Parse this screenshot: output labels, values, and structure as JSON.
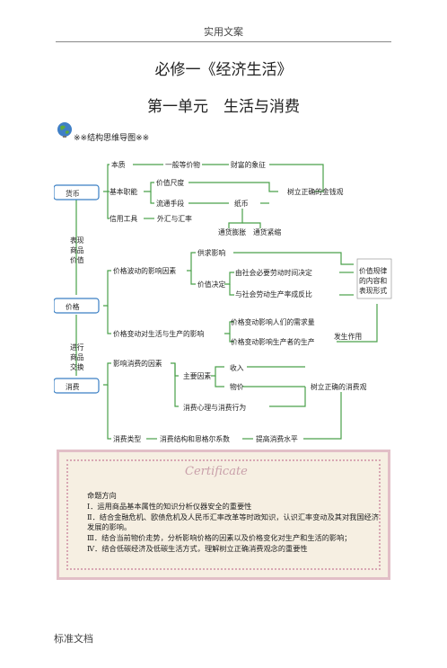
{
  "header": "实用文案",
  "title": "必修一《经济生活》",
  "unit_title": "第一单元　生活与消费",
  "mindmap_label": "※※结构思维导图※※",
  "mindmap": {
    "money": "货币",
    "price": "价格",
    "consumption": "消费",
    "express_value": [
      "表现",
      "商品",
      "价值"
    ],
    "exchange": [
      "进行",
      "商品",
      "交换"
    ],
    "essence": "本质",
    "general_equivalent": "一般等价物",
    "wealth_symbol": "财富的象征",
    "basic_functions": "基本职能",
    "value_measure": "价值尺度",
    "circulation": "流通手段",
    "paper_money": "纸币",
    "inflation": "通货膨胀",
    "deflation": "通货紧缩",
    "correct_money_view": "树立正确的金钱观",
    "credit_tools": "信用工具",
    "forex": "外汇与汇率",
    "price_factors": "价格波动的影响因素",
    "supply_demand": "供求影响",
    "value_decides": "价值决定",
    "labor_time": "由社会必要劳动时间决定",
    "inverse": "与社会劳动生产率成反比",
    "value_law": [
      "价值规律",
      "的内容和",
      "表现形式"
    ],
    "price_effects": "价格变动对生活与生产的影响",
    "effect_demand": "价格变动影响人们的需求量",
    "effect_producer": "价格变动影响生产者的生产",
    "takes_effect": "发生作用",
    "factors": "影响消费的因素",
    "main_factors": "主要因素",
    "income": "收入",
    "cost": "物价",
    "consumer_psych": "消费心理与消费行为",
    "correct_consumption": "树立正确的消费观",
    "types": "消费类型",
    "structure": "消费结构和恩格尔系数",
    "raise_level": "提高消费水平"
  },
  "certificate_script": "Certificate",
  "directions": {
    "heading": "命题方向",
    "items": [
      "Ⅰ．运用商品基本属性的知识分析仪器安全的重要性",
      "Ⅱ．结合金融危机、欧债危机及人民币汇率改革等时政知识，认识汇率变动及其对我国经济发展的影响。",
      "Ⅲ．结合当前物价走势，分析影响价格的因素以及价格变化对生产和生活的影响；",
      "Ⅳ．结合低碳经济及低碳生活方式，理解树立正确消费观念的重要性"
    ]
  },
  "footer": "标准文档"
}
